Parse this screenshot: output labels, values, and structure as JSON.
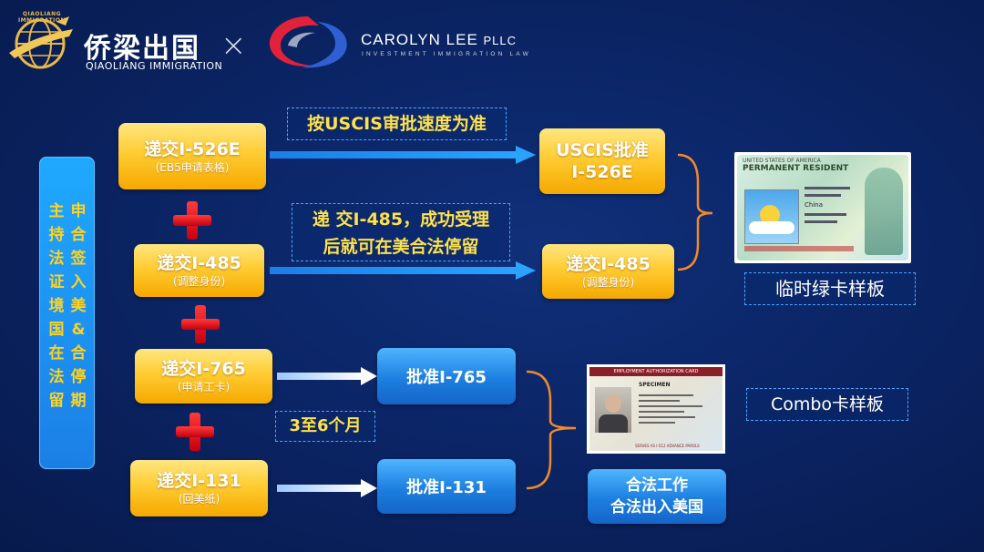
{
  "header": {
    "brand_cn": "侨梁出国",
    "brand_en": "QIAOLIANG IMMIGRATION",
    "seal_text": "QIAOLIANG IMMIGRATION",
    "times": "×",
    "partner_name": "CAROLYN LEE",
    "partner_suffix": "PLLC",
    "partner_sub": "INVESTMENT IMMIGRATION LAW"
  },
  "side_label": [
    "主",
    "申",
    "持",
    "合",
    "法",
    "签",
    "证",
    "入",
    "境",
    "美",
    "国",
    "&",
    "在",
    "合",
    "法",
    "停",
    "留",
    "期"
  ],
  "boxes": {
    "i526e_title": "递交I-526E",
    "i526e_sub": "(EB5申请表格)",
    "i485_title": "递交I-485",
    "i485_sub": "(调整身份)",
    "i765_title": "递交I-765",
    "i765_sub": "(申请工卡)",
    "i131_title": "递交I-131",
    "i131_sub": "(回美纸)",
    "approved_526e_line1": "USCIS批准",
    "approved_526e_line2": "I-526E",
    "i485_right_title": "递交I-485",
    "i485_right_sub": "(调整身份)",
    "approve_765": "批准I-765",
    "approve_131": "批准I-131",
    "legal_line1": "合法工作",
    "legal_line2": "合法出入美国"
  },
  "notes": {
    "speed": "按USCIS审批速度为准",
    "i485_line1": "递 交I-485，成功受理",
    "i485_line2": "后就可在美合法停留",
    "months": "3至6个月",
    "green_card_sample": "临时绿卡样板",
    "combo_sample": "Combo卡样板"
  },
  "cards": {
    "green_country": "UNITED STATES OF AMERICA",
    "green_title": "PERMANENT RESIDENT",
    "green_country_field": "China",
    "ead_header": "EMPLOYMENT AUTHORIZATION CARD",
    "ead_specimen": "SPECIMEN",
    "ead_footer": "SERVES AS I-512 ADVANCE PAROLE"
  },
  "colors": {
    "background": "#0b2566",
    "yellow_box": "#ffcc33",
    "blue_box": "#1d7fe0",
    "note_text": "#ffe14a",
    "bracket": "#f08a2a",
    "plus": "#e01020"
  }
}
